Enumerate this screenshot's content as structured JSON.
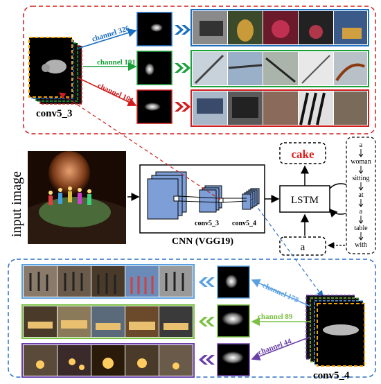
{
  "top": {
    "layer_label": "conv5_3",
    "channels": [
      {
        "label": "channel 326",
        "color": "#1a6fc0"
      },
      {
        "label": "channel 191",
        "color": "#1aa13a"
      },
      {
        "label": "channel 101",
        "color": "#d01c1c"
      }
    ]
  },
  "middle": {
    "input_label": "input image",
    "cnn_label": "CNN (VGG19)",
    "conv5_3_label": "conv5_3",
    "conv5_4_label": "conv5_4",
    "lstm_label": "LSTM",
    "output_word": "cake",
    "input_word": "a",
    "caption_words": [
      "a",
      "woman",
      "sitting",
      "at",
      "a",
      "table",
      "with"
    ]
  },
  "bottom": {
    "layer_label": "conv5_4",
    "channels": [
      {
        "label": "channel 178",
        "color": "#5aa0e0"
      },
      {
        "label": "channel 89",
        "color": "#7ac143"
      },
      {
        "label": "channel 44",
        "color": "#6a3fa8"
      }
    ]
  },
  "colors": {
    "top_border": "#d01c1c",
    "bottom_border": "#2d6fc2",
    "cnn_block": "#7d9ed6",
    "output_word": "#e0201c"
  }
}
